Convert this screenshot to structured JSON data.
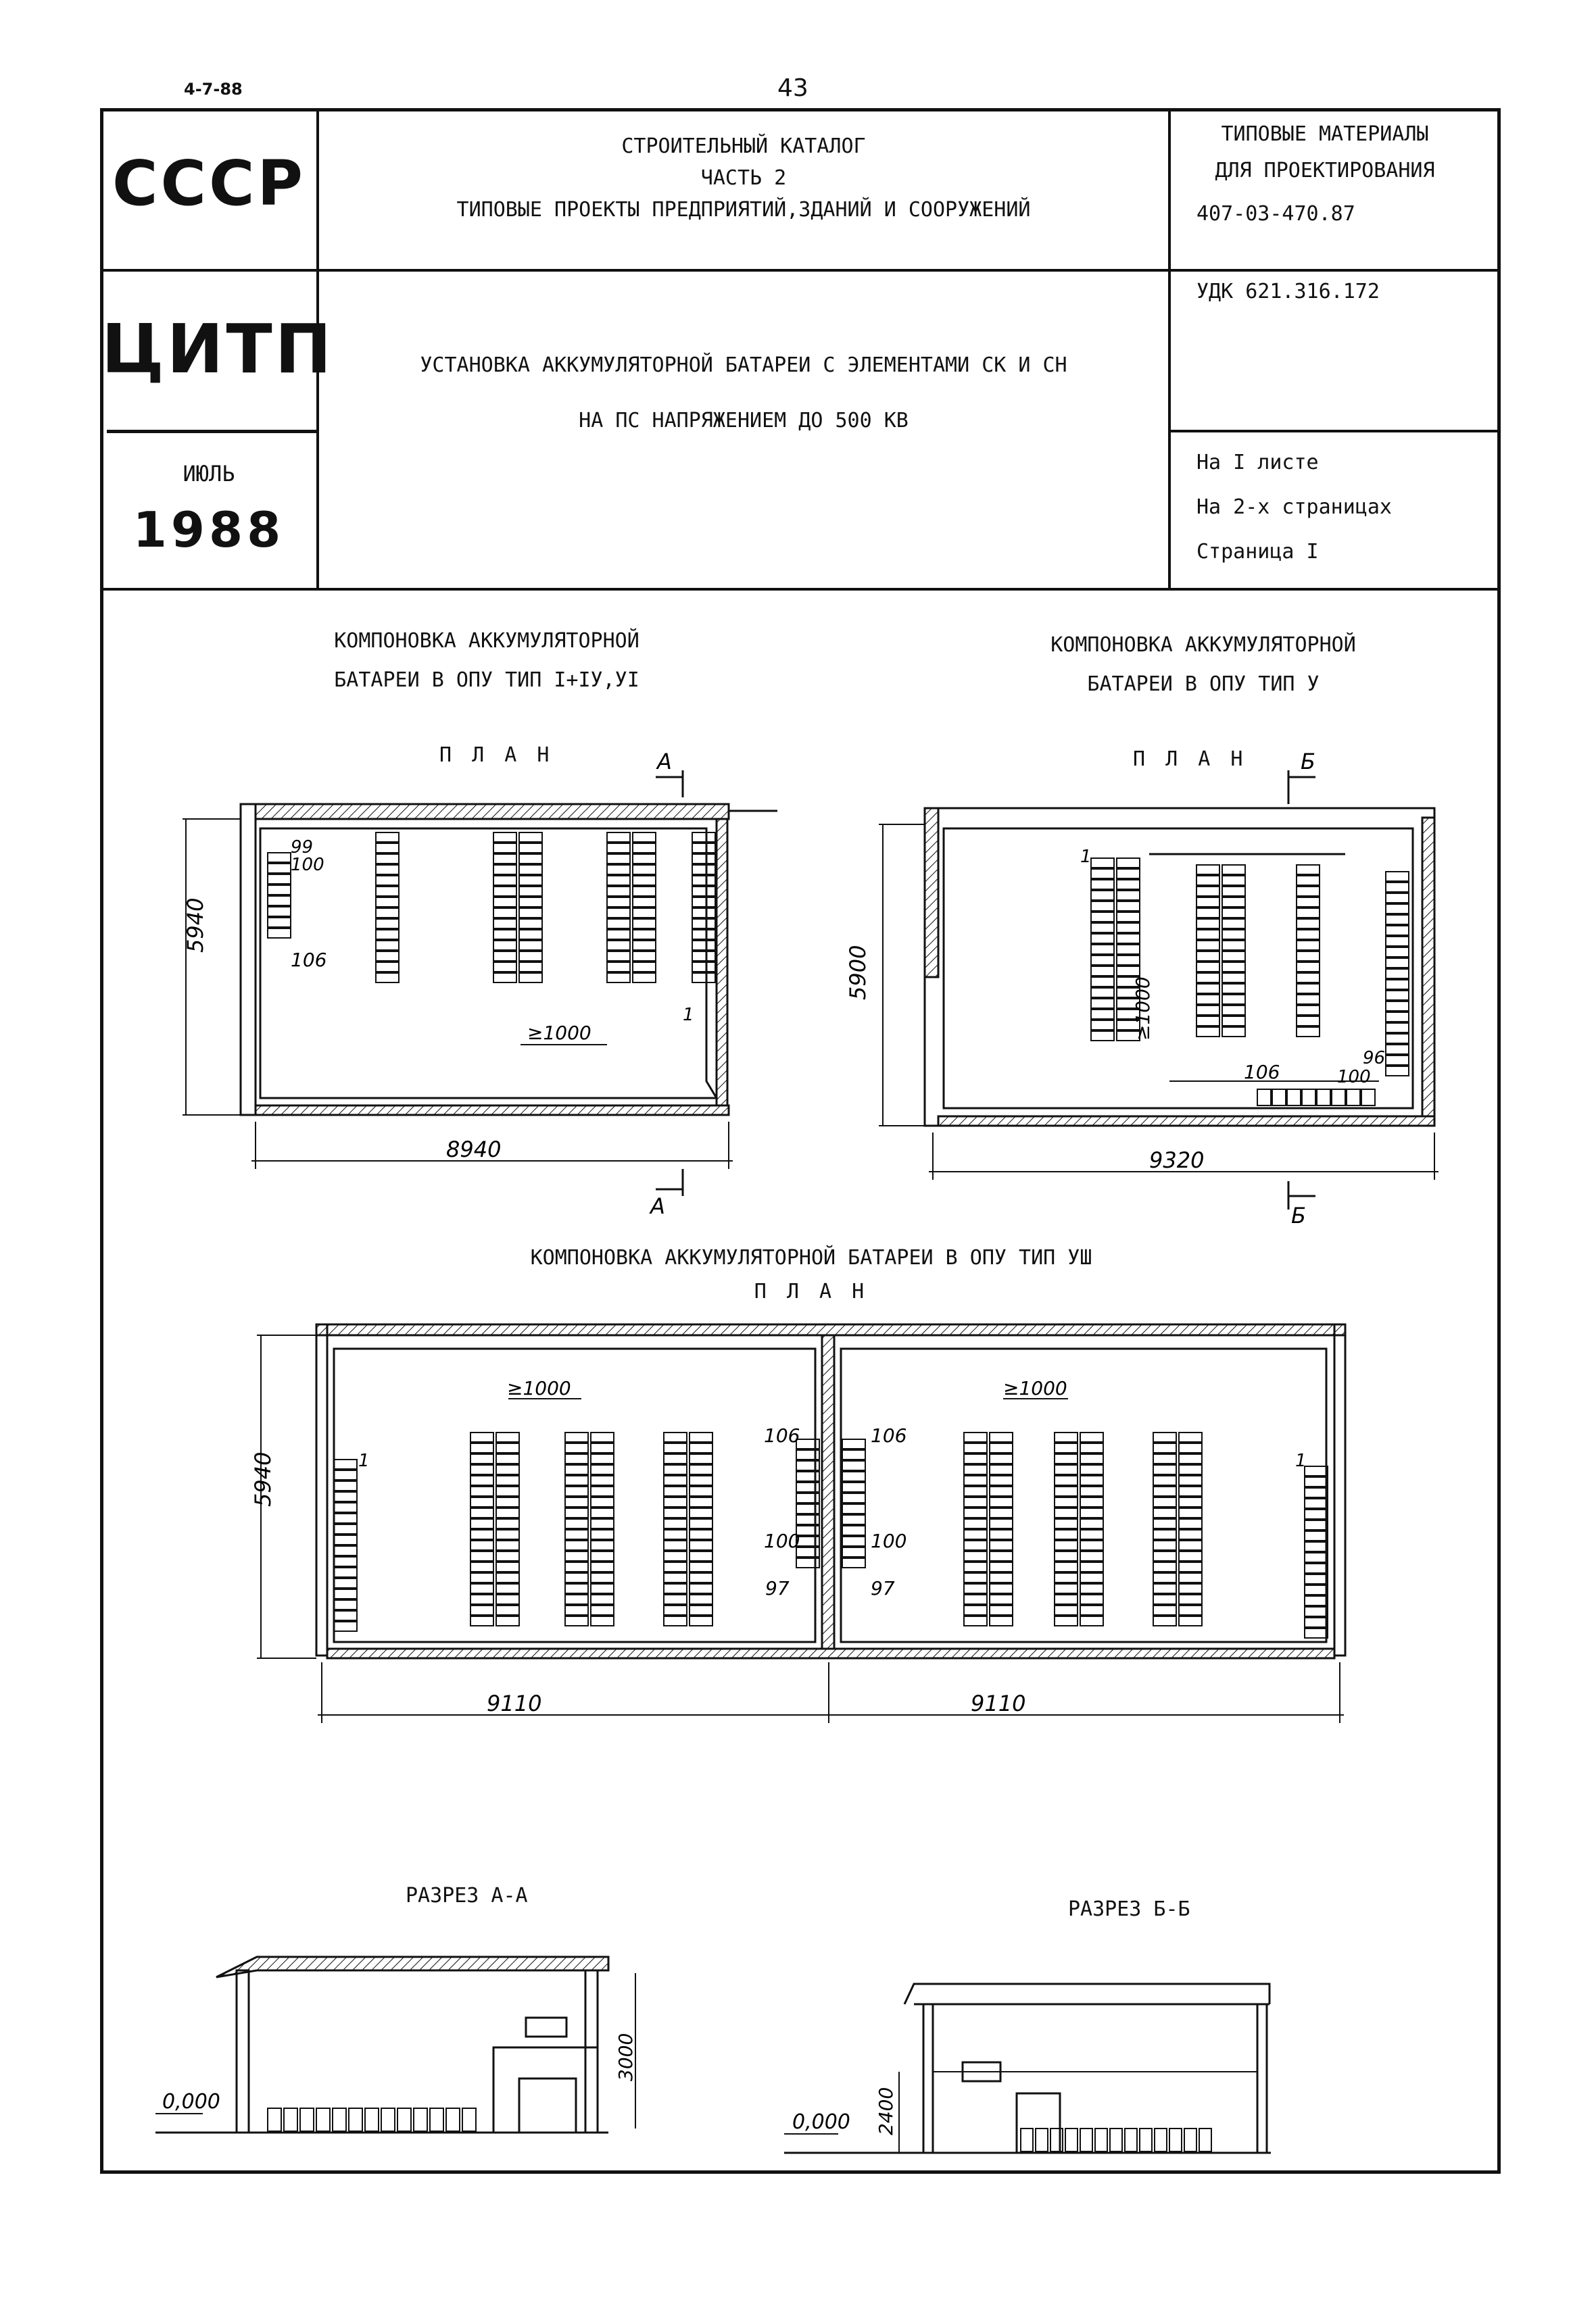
{
  "doc_code": "4-7-88",
  "page_number": "43",
  "stamp": {
    "org1": "СССР",
    "org2": "ЦИТП",
    "month": "ИЮЛЬ",
    "year": "1988",
    "catalog_lines": [
      "СТРОИТЕЛЬНЫЙ КАТАЛОГ",
      "ЧАСТЬ 2",
      "ТИПОВЫЕ ПРОЕКТЫ ПРЕДПРИЯТИЙ,ЗДАНИЙ И СООРУЖЕНИЙ"
    ],
    "typical_lines": [
      "ТИПОВЫЕ МАТЕРИАЛЫ",
      "ДЛЯ ПРОЕКТИРОВАНИЯ",
      "407-03-470.87"
    ],
    "udk": "УДК 621.316.172",
    "title_lines": [
      "УСТАНОВКА АККУМУЛЯТОРНОЙ БАТАРЕИ С ЭЛЕМЕНТАМИ СК И СН",
      "НА ПС НАПРЯЖЕНИЕМ ДО 500 КВ"
    ],
    "sheet_lines": [
      "На I листе",
      "На 2-х страницах",
      "Страница I"
    ]
  },
  "drawing1": {
    "title_lines": [
      "КОМПОНОВКА АККУМУЛЯТОРНОЙ",
      "БАТАРЕИ В ОПУ ТИП I+IУ,УI"
    ],
    "plan_label": "П Л А Н",
    "section_mark": "А",
    "dim_height": "5940",
    "dim_width": "8940",
    "labels": [
      "99",
      "100",
      "106",
      "≥1000",
      "1"
    ]
  },
  "drawing2": {
    "title_lines": [
      "КОМПОНОВКА АККУМУЛЯТОРНОЙ",
      "БАТАРЕИ В ОПУ ТИП У"
    ],
    "plan_label": "П Л А Н",
    "section_mark": "Б",
    "dim_height": "5900",
    "dim_width": "9320",
    "labels": [
      "1",
      "≥1000",
      "106",
      "100",
      "96"
    ]
  },
  "drawing3": {
    "title": "КОМПОНОВКА АККУМУЛЯТОРНОЙ БАТАРЕИ В ОПУ ТИП УШ",
    "plan_label": "П Л А Н",
    "dim_height": "5940",
    "dim_width_left": "9110",
    "dim_width_right": "9110",
    "labels": [
      "≥1000",
      "≥1000",
      "1",
      "1",
      "106",
      "106",
      "100",
      "100",
      "97",
      "97"
    ]
  },
  "section_aa": {
    "title": "РАЗРЕЗ А-А",
    "level": "0,000",
    "height": "3000"
  },
  "section_bb": {
    "title": "РАЗРЕЗ Б-Б",
    "level": "0,000",
    "height": "2400"
  }
}
